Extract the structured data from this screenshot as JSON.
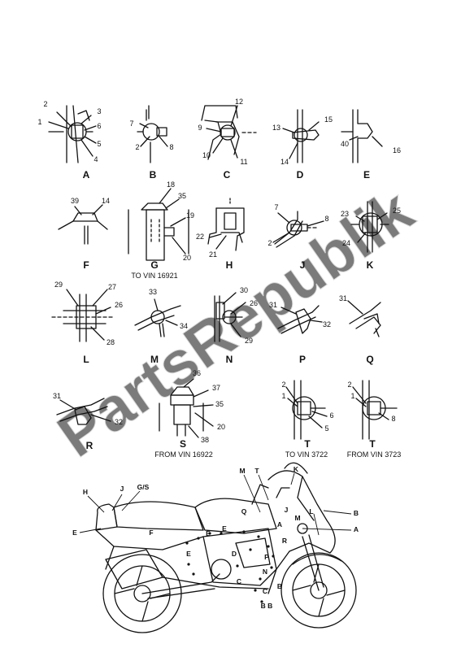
{
  "watermark": {
    "text": "PartsRepublik",
    "color": "#c8c8c8"
  },
  "details": [
    {
      "letter": "A",
      "callouts": [
        "1",
        "2",
        "3",
        "4",
        "5",
        "6"
      ]
    },
    {
      "letter": "B",
      "callouts": [
        "7",
        "2",
        "8"
      ]
    },
    {
      "letter": "C",
      "callouts": [
        "9",
        "10",
        "11",
        "12"
      ]
    },
    {
      "letter": "D",
      "callouts": [
        "13",
        "14",
        "15"
      ]
    },
    {
      "letter": "E",
      "callouts": [
        "40",
        "16"
      ]
    },
    {
      "letter": "F",
      "callouts": [
        "39",
        "14"
      ]
    },
    {
      "letter": "G",
      "callouts": [
        "18",
        "35",
        "19",
        "20"
      ],
      "note": "TO VIN 16921"
    },
    {
      "letter": "H",
      "callouts": [
        "22",
        "21"
      ]
    },
    {
      "letter": "J",
      "callouts": [
        "7",
        "8",
        "2"
      ]
    },
    {
      "letter": "K",
      "callouts": [
        "23",
        "25",
        "24"
      ]
    },
    {
      "letter": "L",
      "callouts": [
        "29",
        "27",
        "26",
        "28"
      ]
    },
    {
      "letter": "M",
      "callouts": [
        "33",
        "34"
      ]
    },
    {
      "letter": "N",
      "callouts": [
        "30",
        "26",
        "29"
      ]
    },
    {
      "letter": "P",
      "callouts": [
        "31",
        "32"
      ]
    },
    {
      "letter": "Q",
      "callouts": [
        "31"
      ]
    },
    {
      "letter": "R",
      "callouts": [
        "31",
        "32"
      ]
    },
    {
      "letter": "S",
      "callouts": [
        "36",
        "37",
        "35",
        "20",
        "38"
      ],
      "note": "FROM VIN 16922"
    },
    {
      "letter": "T",
      "callouts": [
        "2",
        "1",
        "6",
        "5"
      ],
      "note": "TO VIN 3722"
    },
    {
      "letter": "T",
      "callouts": [
        "2",
        "1",
        "8"
      ],
      "note": "FROM VIN 3723"
    }
  ],
  "bike_labels": {
    "H": "H",
    "J": "J",
    "GS": "G/S",
    "E": "E",
    "F": "F",
    "M": "M",
    "T": "T",
    "K": "K",
    "L": "L",
    "B": "B",
    "A": "A",
    "Q": "Q",
    "J2": "J",
    "R": "R",
    "D": "D",
    "P": "P",
    "N": "N",
    "C": "C",
    "BB": "B B"
  },
  "colors": {
    "line": "#111111",
    "background": "#ffffff"
  }
}
